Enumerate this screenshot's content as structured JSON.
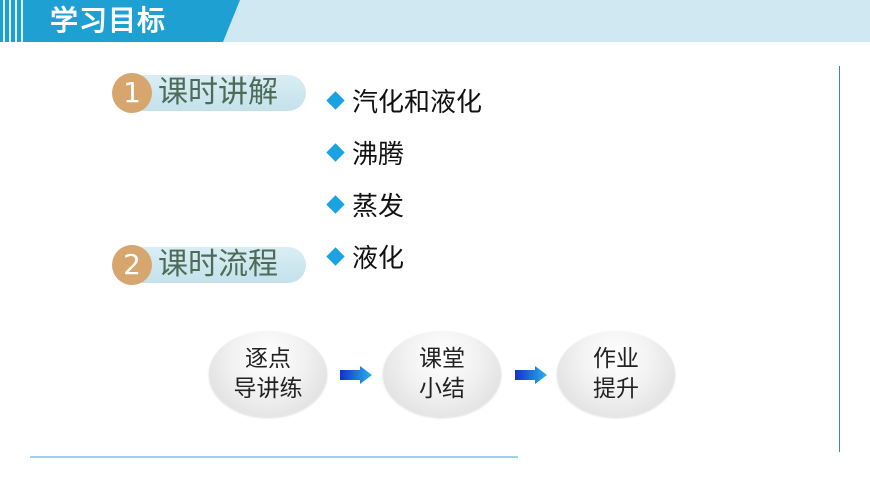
{
  "header": {
    "title": "学习目标",
    "colors": {
      "primary": "#1fa0d2",
      "secondary": "#cfe8f1"
    }
  },
  "sections": [
    {
      "number": "1",
      "label": "课时讲解"
    },
    {
      "number": "2",
      "label": "课时流程"
    }
  ],
  "bullets": [
    {
      "icon": "diamond-icon",
      "text": "汽化和液化"
    },
    {
      "icon": "diamond-icon",
      "text": "沸腾"
    },
    {
      "icon": "diamond-icon",
      "text": "蒸发"
    },
    {
      "icon": "diamond-icon",
      "text": "液化"
    }
  ],
  "flow": [
    {
      "line1": "逐点",
      "line2": "导讲练"
    },
    {
      "line1": "课堂",
      "line2": "小结"
    },
    {
      "line1": "作业",
      "line2": "提升"
    }
  ],
  "colors": {
    "accent": "#1aa3e0",
    "badge": "#d7a56e",
    "pill": "#c4e1ea",
    "pill_text": "#4c6b58"
  }
}
